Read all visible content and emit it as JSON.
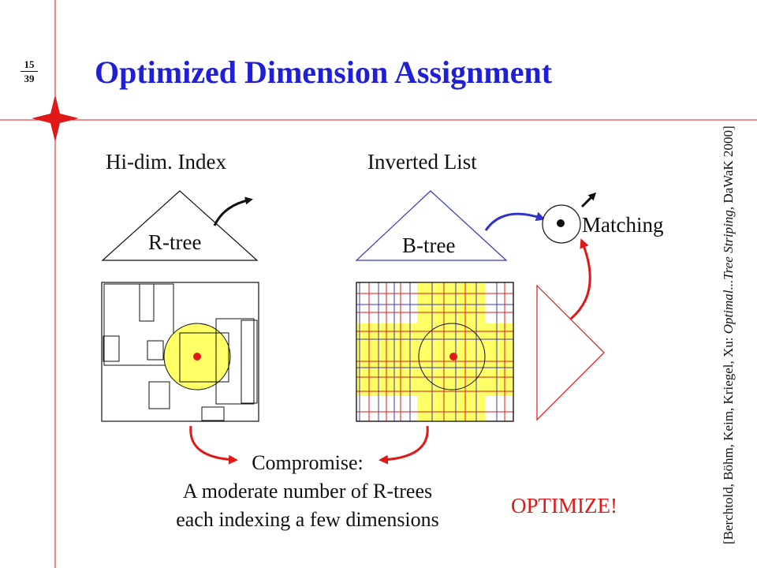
{
  "slide": {
    "title": "Optimized Dimension Assignment",
    "page_number": "15",
    "page_total": "39"
  },
  "diagram": {
    "left_heading": "Hi-dim. Index",
    "right_heading": "Inverted List",
    "rtree_label": "R-tree",
    "btree_label": "B-tree",
    "matching_label": "Matching",
    "compromise_lines": [
      "Compromise:",
      "A moderate number of R-trees",
      "each indexing a few dimensions"
    ],
    "optimize_label": "OPTIMIZE!"
  },
  "citation": {
    "part1": "[Berchtold, Böhm, Keim, Kriegel, Xu: ",
    "part2_italic": "Optimal...Tree Striping",
    "part3": ", DaWaK 2000]"
  },
  "colors": {
    "title_blue": "#1f1fd6",
    "accent_red": "#e01818",
    "yellow_fill": "#ffff66",
    "grid_red": "#e01818",
    "grid_blue": "#3838c0",
    "arrow_blue": "#3333cc"
  }
}
